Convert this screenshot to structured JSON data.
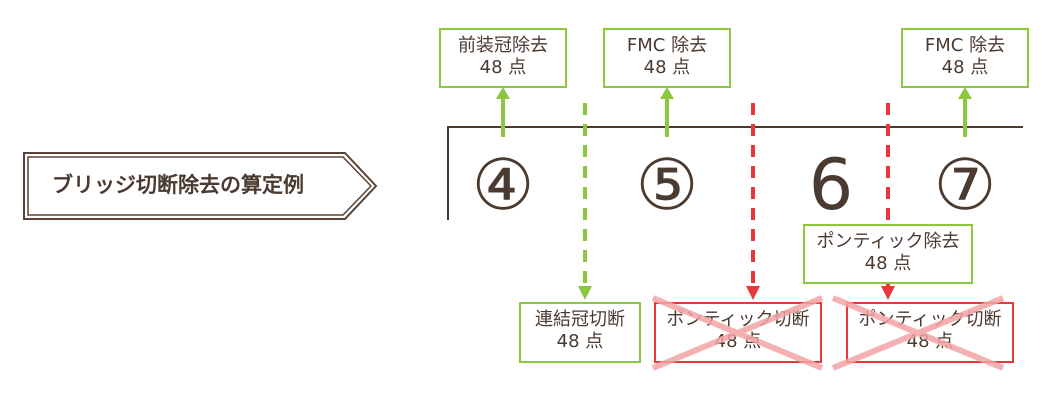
{
  "title": "ブリッジ切断除去の算定例",
  "teeth": [
    {
      "label": "④"
    },
    {
      "label": "⑤"
    },
    {
      "label": "6"
    },
    {
      "label": "⑦"
    }
  ],
  "top_boxes": [
    {
      "line1": "前装冠除去",
      "line2": "48 点"
    },
    {
      "line1": "FMC 除去",
      "line2": "48 点"
    },
    {
      "line1": "FMC 除去",
      "line2": "48 点"
    }
  ],
  "pontic_box": {
    "line1": "ポンティック除去",
    "line2": "48 点"
  },
  "bottom_boxes": [
    {
      "line1": "連結冠切断",
      "line2": "48 点",
      "crossed": false
    },
    {
      "line1": "ポンティック切断",
      "line2": "48 点",
      "crossed": true
    },
    {
      "line1": "ポンティック切断",
      "line2": "48 点",
      "crossed": true
    }
  ],
  "colors": {
    "brown": "#4a3a30",
    "green": "#8dc63f",
    "red": "#e8383d",
    "cross": "#f4a3a5"
  }
}
